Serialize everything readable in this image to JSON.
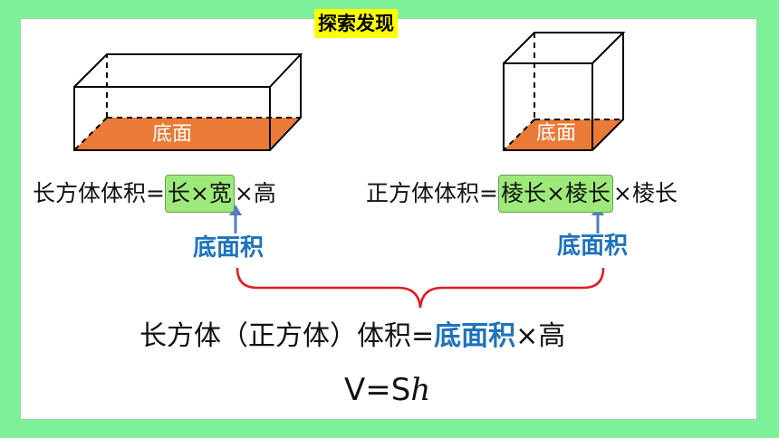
{
  "title": "探索发现",
  "cuboid": {
    "face_label": "底面",
    "face_color": "#e97a37"
  },
  "cube": {
    "face_label": "底面",
    "face_color": "#e97a37"
  },
  "formula_left": {
    "prefix": "长方体体积=",
    "highlight": "长×宽",
    "suffix": "×高"
  },
  "formula_right": {
    "prefix": "正方体体积=",
    "highlight": "棱长×棱长",
    "suffix": "×棱长"
  },
  "base_area_label_left": "底面积",
  "base_area_label_right": "底面积",
  "main_formula": {
    "prefix": "长方体（正方体）体积=",
    "highlight": "底面积",
    "suffix": "×高"
  },
  "vsh": {
    "plain": "V=S",
    "italic": "h"
  },
  "colors": {
    "background": "#7ff09a",
    "highlight_box": "#9dea7b",
    "arrow": "#4f7fc0",
    "brace": "#e01b24",
    "blue_text": "#1e73be",
    "title_bg": "#ffff00"
  }
}
